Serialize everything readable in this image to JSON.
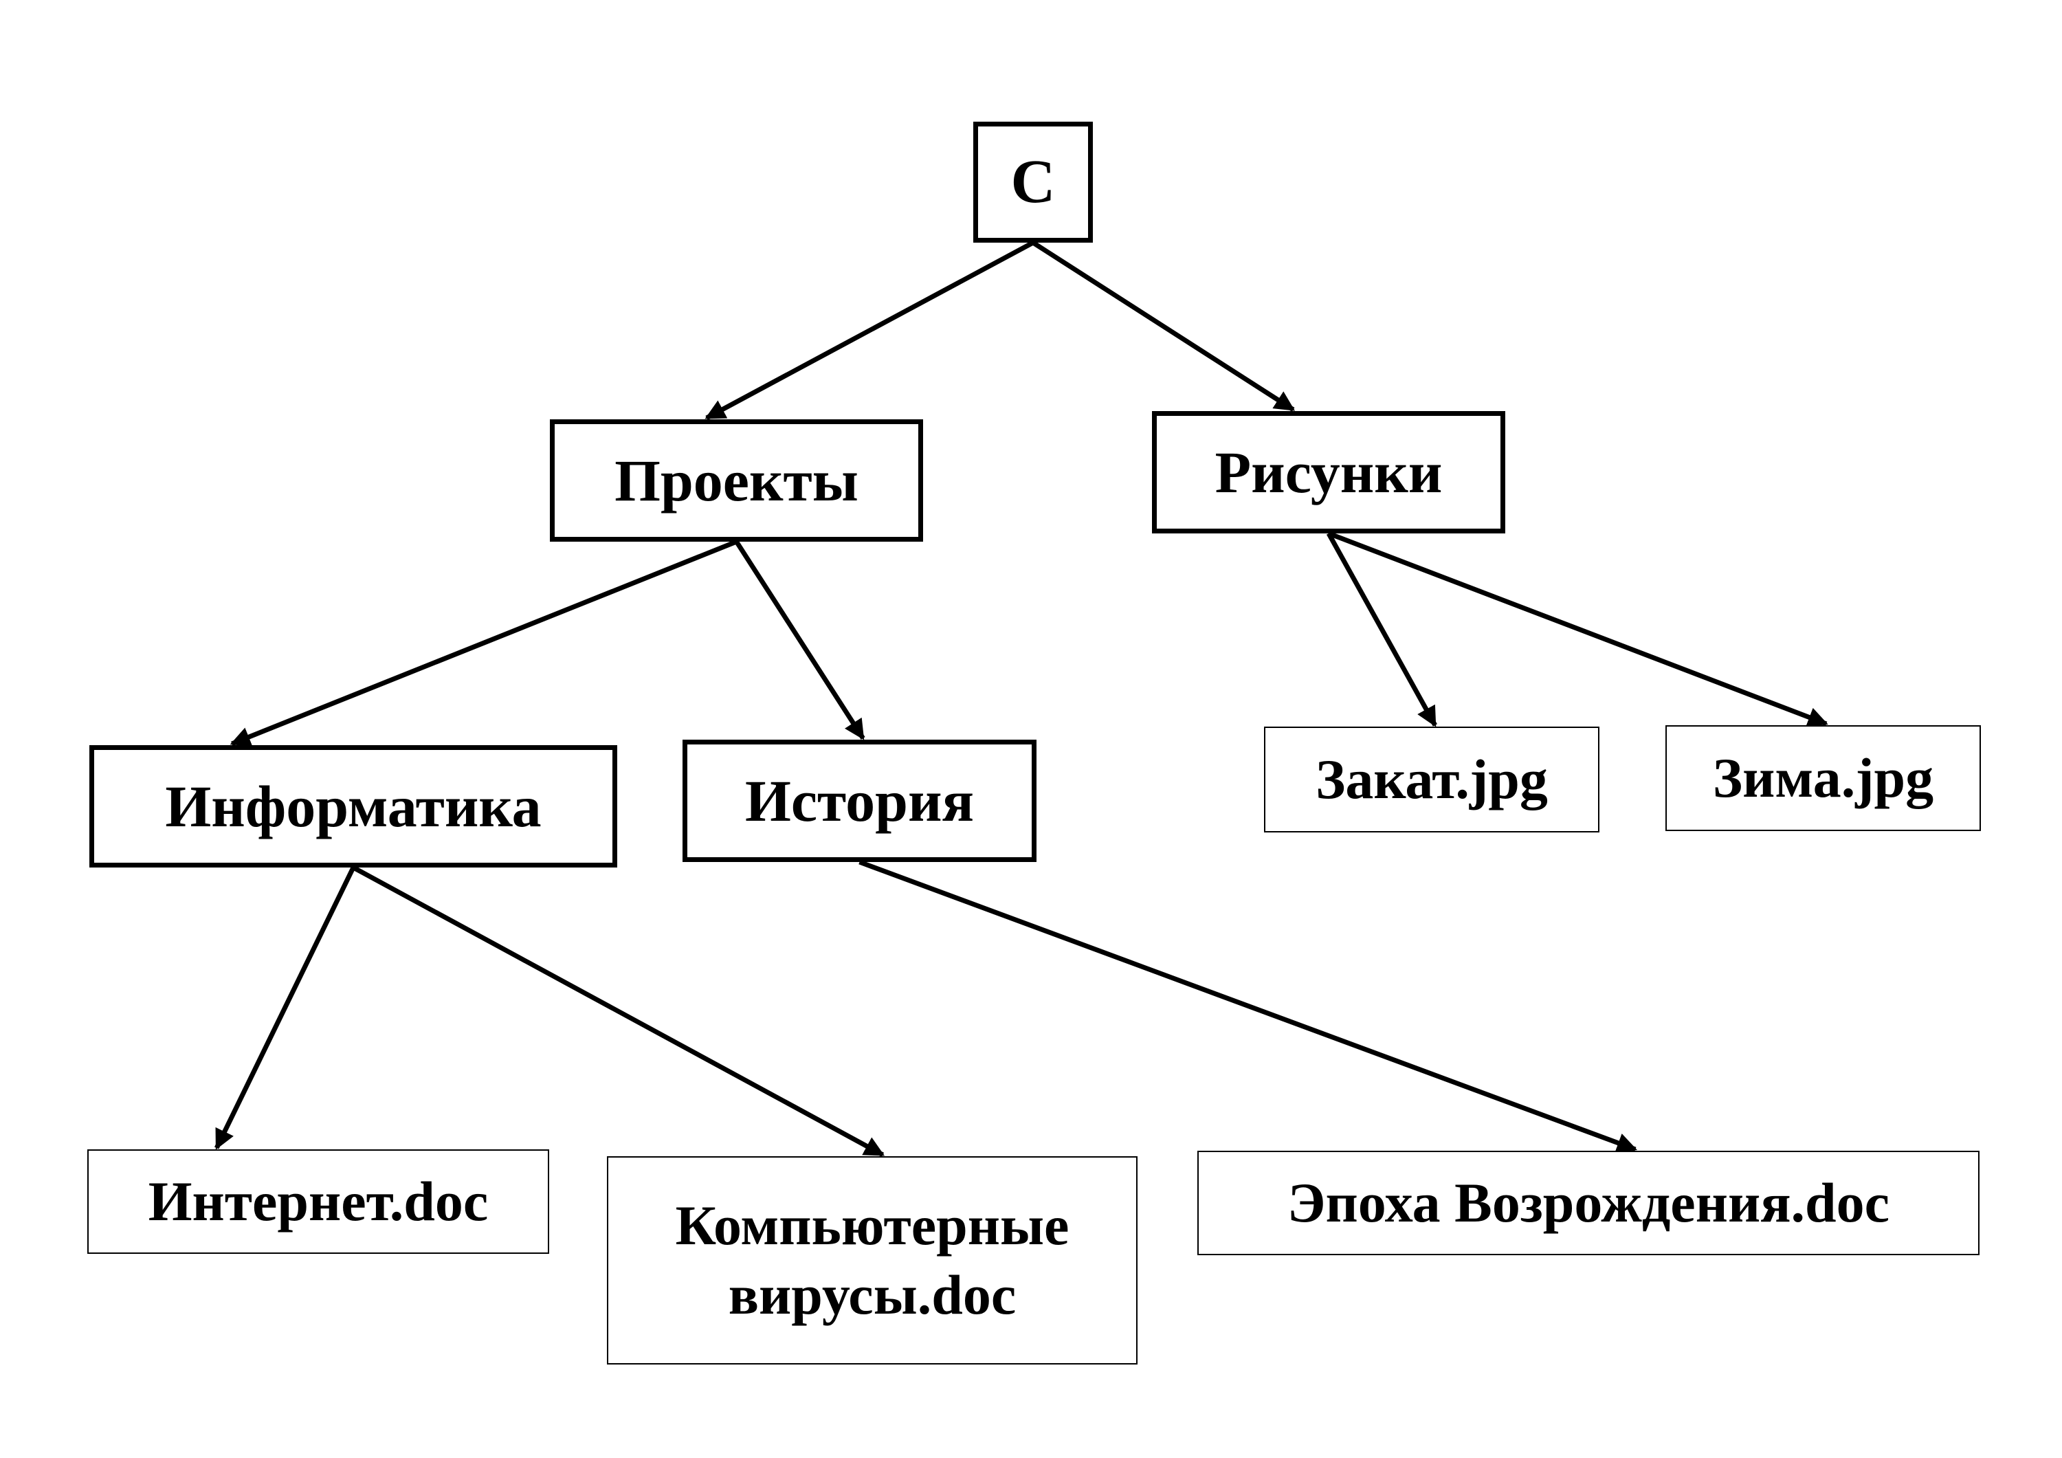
{
  "nodes": {
    "root": "C",
    "projects": "Проекты",
    "pictures": "Рисунки",
    "informatics": "Информатика",
    "history": "История",
    "sunset": "Закат.jpg",
    "winter": "Зима.jpg",
    "internet": "Интернет.doc",
    "viruses": "Компьютерные\nвирусы.doc",
    "renaissance": "Эпоха Возрождения.doc"
  },
  "edges": [
    {
      "from": "root",
      "to": "projects"
    },
    {
      "from": "root",
      "to": "pictures"
    },
    {
      "from": "projects",
      "to": "informatics"
    },
    {
      "from": "projects",
      "to": "history"
    },
    {
      "from": "pictures",
      "to": "sunset"
    },
    {
      "from": "pictures",
      "to": "winter"
    },
    {
      "from": "informatics",
      "to": "internet"
    },
    {
      "from": "informatics",
      "to": "viruses"
    },
    {
      "from": "history",
      "to": "renaissance"
    }
  ],
  "colors": {
    "line": "#000000",
    "background": "#ffffff"
  }
}
